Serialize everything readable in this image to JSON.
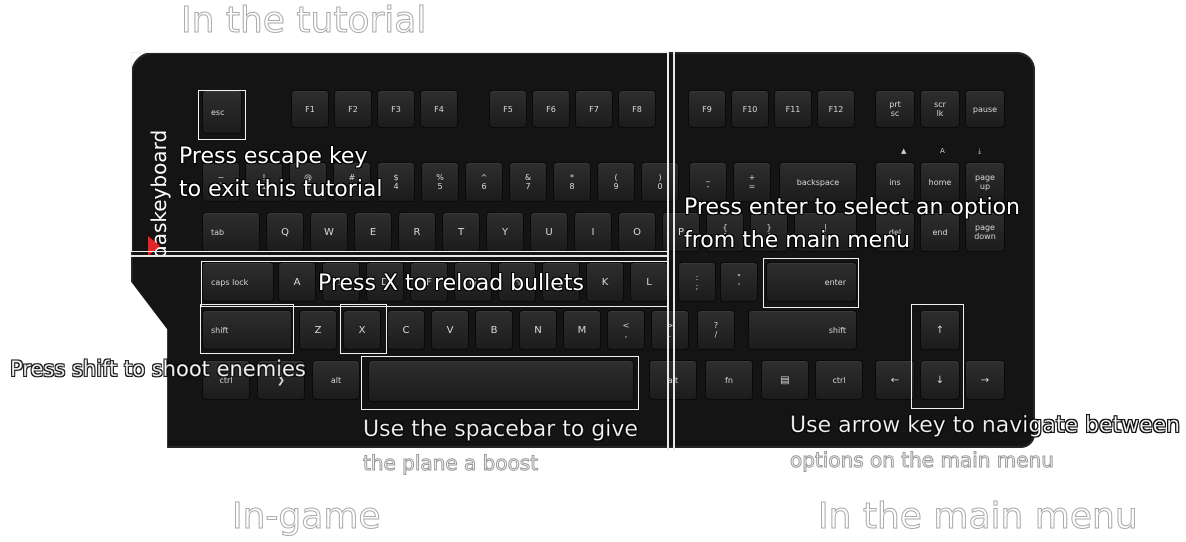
{
  "sections": {
    "tutorial": "In the tutorial",
    "in_game": "In-game",
    "main_menu": "In the main menu"
  },
  "hints": {
    "escape_line1": "Press escape key",
    "escape_line2": "to exit this tutorial",
    "enter_line1": "Press enter to select an option",
    "enter_line2": "from the main menu",
    "x_key": "Press X to reload bullets",
    "shift": "Press shift to shoot enemies",
    "spacebar_line1": "Use the spacebar to give",
    "spacebar_line2": "the plane a boost",
    "arrow_line1": "Use arrow key to navigate between",
    "arrow_line2": "options on the main menu"
  },
  "brand": {
    "name": "daskeyboard",
    "accent": "#e0262b"
  },
  "indicators": [
    "▲",
    "A",
    "⤓"
  ],
  "keys": {
    "row_fn": [
      "esc",
      "F1",
      "F2",
      "F3",
      "F4",
      "F5",
      "F6",
      "F7",
      "F8",
      "F9",
      "F10",
      "F11",
      "F12",
      "prt\nsc",
      "scr\nlk",
      "pause"
    ],
    "row_num": [
      "~\n`",
      "!\n1",
      "@\n2",
      "#\n3",
      "$\n4",
      "%\n5",
      "^\n6",
      "&\n7",
      "*\n8",
      "(\n9",
      ")\n0",
      "_\n-",
      "+\n=",
      "backspace",
      "ins",
      "home",
      "page\nup"
    ],
    "row_tab": [
      "tab",
      "Q",
      "W",
      "E",
      "R",
      "T",
      "Y",
      "U",
      "I",
      "O",
      "P",
      "{\n[",
      "}\n]",
      "|\n\\",
      "del",
      "end",
      "page\ndown"
    ],
    "row_caps": [
      "caps lock",
      "A",
      "S",
      "D",
      "F",
      "G",
      "H",
      "J",
      "K",
      "L",
      ":\n;",
      "\"\n'",
      "enter"
    ],
    "row_shift": [
      "shift",
      "Z",
      "X",
      "C",
      "V",
      "B",
      "N",
      "M",
      "<\n,",
      ">\n.",
      "?\n/",
      "shift",
      "↑"
    ],
    "row_bottom": [
      "ctrl",
      "❯",
      "alt",
      "",
      "alt",
      "fn",
      "▤",
      "ctrl",
      "←",
      "↓",
      "→"
    ]
  }
}
